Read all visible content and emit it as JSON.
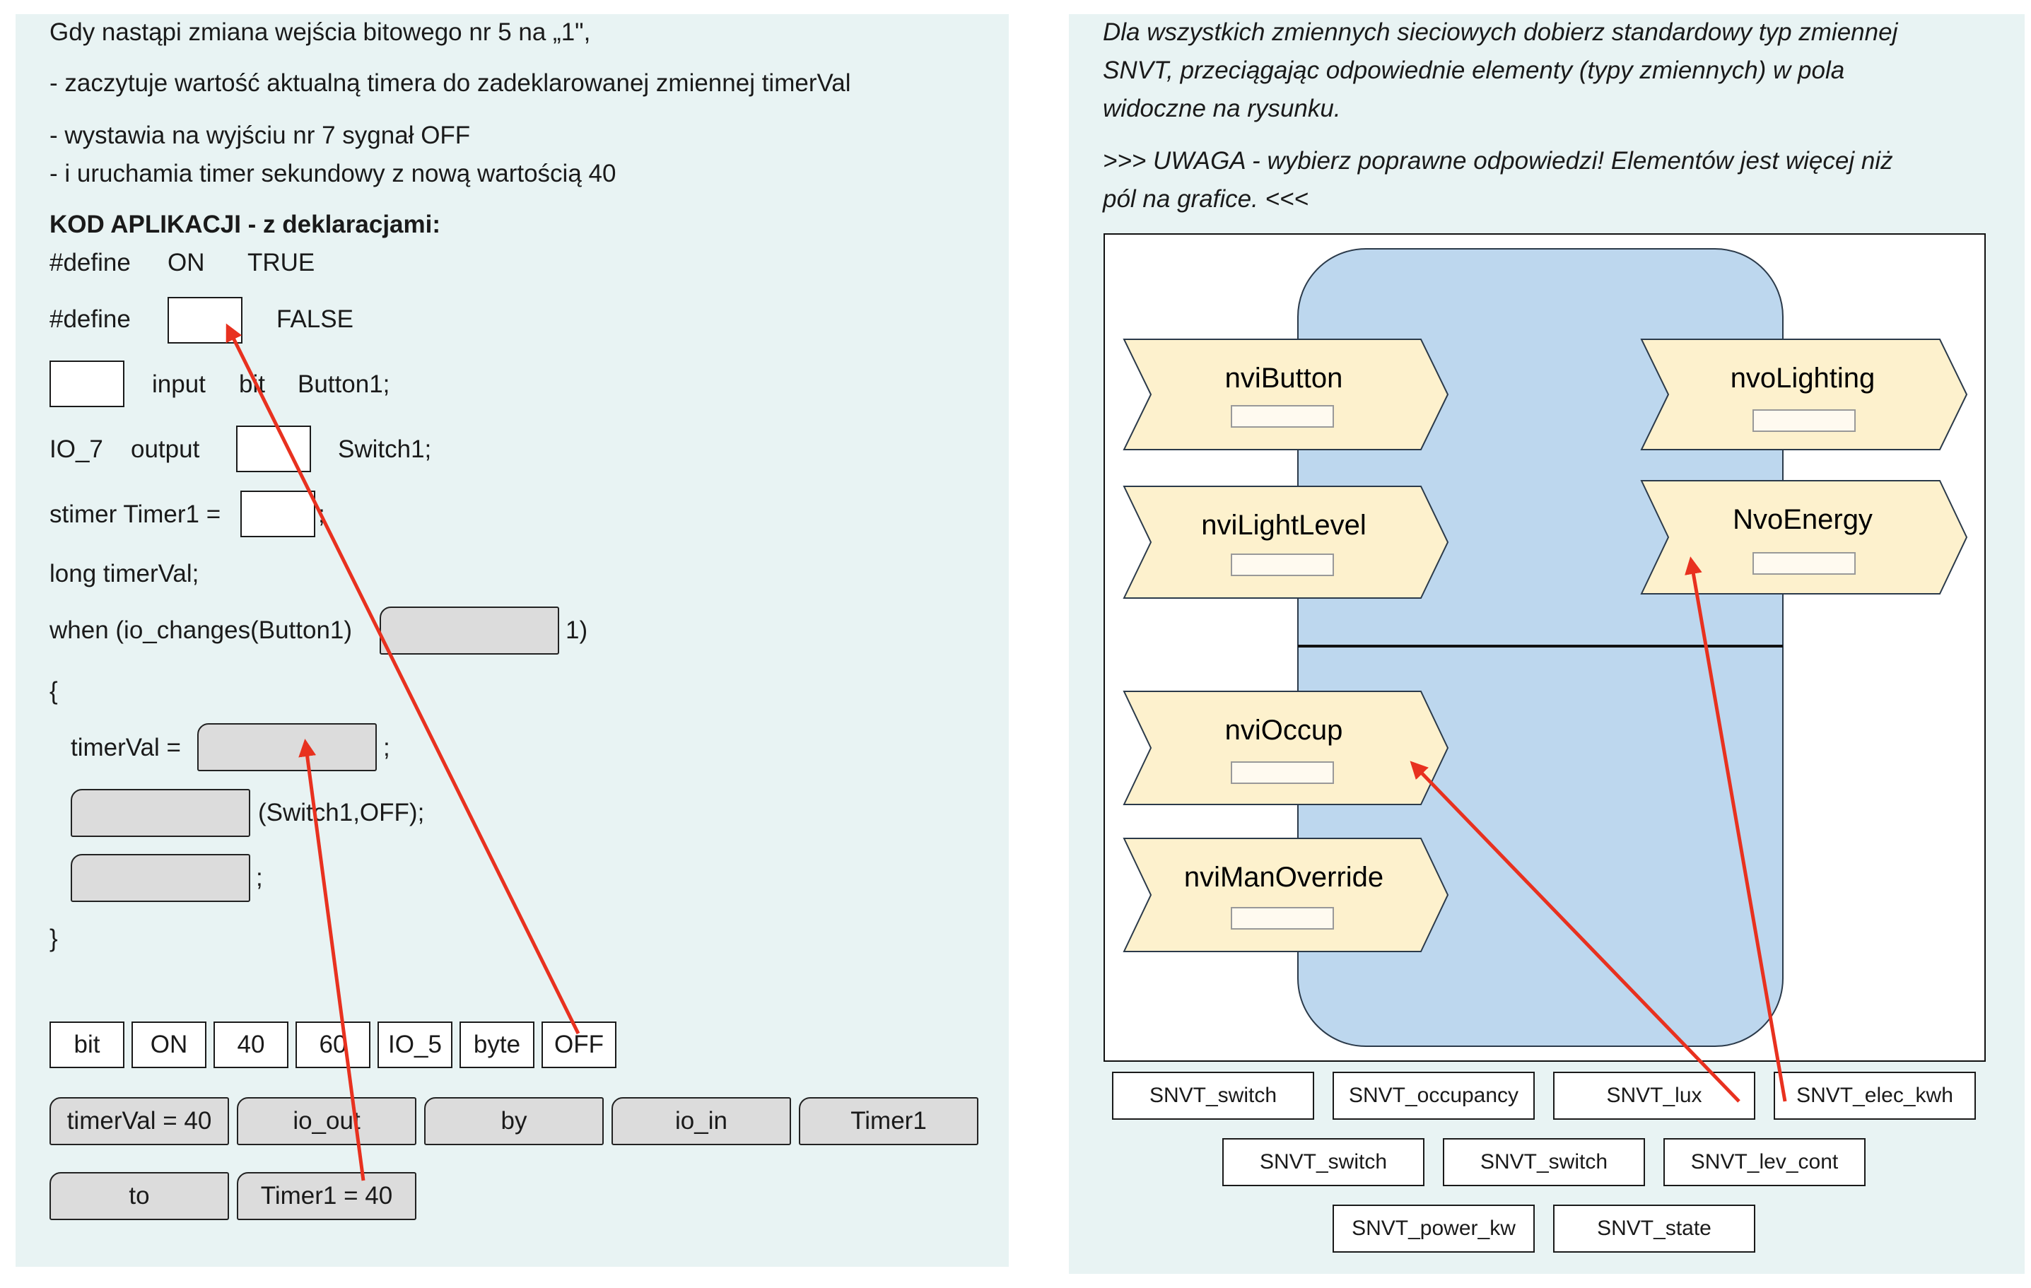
{
  "left": {
    "intro": "Gdy nastąpi zmiana wejścia bitowego nr 5 na „1\",",
    "steps": [
      "- zaczytuje wartość aktualną timera do zadeklarowanej zmiennej timerVal",
      "- wystawia na wyjściu nr 7 sygnał OFF",
      "- i uruchamia timer sekundowy z nową wartością 40"
    ],
    "code_heading": "KOD APLIKACJI - z deklaracjami:",
    "code": {
      "define_on": [
        "#define",
        "ON",
        "TRUE"
      ],
      "define_off": [
        "#define",
        "FALSE"
      ],
      "input_line": [
        "input",
        "bit",
        "Button1;"
      ],
      "output_line": [
        "IO_7",
        "output",
        "Switch1;"
      ],
      "stimer_line": [
        "stimer Timer1 =",
        ";"
      ],
      "long_line": "long timerVal;",
      "when_line": [
        "when (io_changes(Button1)",
        "1)"
      ],
      "open_brace": "{",
      "timerval_line": [
        "timerVal =",
        ";"
      ],
      "switch_line": "(Switch1,OFF);",
      "semi_line": ";",
      "close_brace": "}"
    },
    "tokens_row1": [
      "bit",
      "ON",
      "40",
      "60",
      "IO_5",
      "byte",
      "OFF"
    ],
    "tokens_row2": [
      "timerVal = 40",
      "io_out",
      "by",
      "io_in",
      "Timer1"
    ],
    "tokens_row3": [
      "to",
      "Timer1 = 40"
    ]
  },
  "right": {
    "instructions": [
      "Dla wszystkich zmiennych sieciowych dobierz standardowy typ zmiennej",
      "SNVT, przeciągając odpowiednie elementy (typy zmiennych) w pola",
      "widoczne na rysunku."
    ],
    "warning": [
      ">>> UWAGA - wybierz poprawne odpowiedzi! Elementów jest więcej niż",
      "pól na grafice. <<<"
    ],
    "nodes_left": [
      "nviButton",
      "nviLightLevel",
      "nviOccup",
      "nviManOverride"
    ],
    "nodes_right": [
      "nvoLighting",
      "NvoEnergy"
    ],
    "snvt_row1": [
      "SNVT_switch",
      "SNVT_occupancy",
      "SNVT_lux",
      "SNVT_elec_kwh"
    ],
    "snvt_row2": [
      "SNVT_switch",
      "SNVT_switch",
      "SNVT_lev_cont"
    ],
    "snvt_row3": [
      "SNVT_power_kw",
      "SNVT_state"
    ]
  },
  "colors": {
    "panel_bg": "#e8f3f3",
    "device_fill": "#bdd7ee",
    "node_fill": "#fdf1cd",
    "arrow": "#e8311f",
    "drop_fill": "#dcdcdc"
  }
}
